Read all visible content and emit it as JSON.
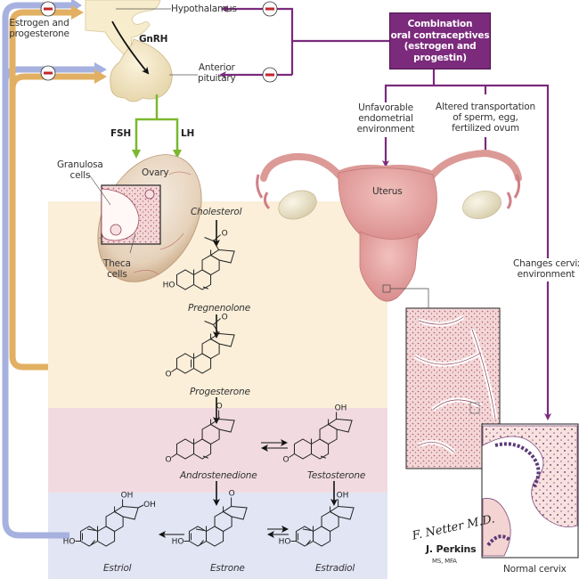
{
  "title": "Combination oral contraceptives mechanism and steroid biosynthesis",
  "feedback": {
    "label": "Estrogen and progesterone",
    "label_lines": [
      "Estrogen and",
      "progesterone"
    ],
    "inhibition_symbol": "−",
    "colors": {
      "estrogen_arrow": "#a6b1df",
      "progesterone_arrow": "#e2b062",
      "inhibition": "#c0262d"
    }
  },
  "brain": {
    "hypothalamus": "Hypothalamus",
    "hormone": "GnRH",
    "anterior_pituitary_lines": [
      "Anterior",
      "pituitary"
    ]
  },
  "gonadotropins": {
    "fsh": "FSH",
    "lh": "LH",
    "arrow_color": "#7cb82f"
  },
  "ovary": {
    "ovary_label": "Ovary",
    "granulosa_lines": [
      "Granulosa",
      "cells"
    ],
    "theca_lines": [
      "Theca",
      "cells"
    ]
  },
  "contraceptive": {
    "box_lines": [
      "Combination",
      "oral contraceptives",
      "(estrogen and",
      "progestin)"
    ],
    "color": "#7b2a7c",
    "effects": [
      {
        "lines": [
          "Unfavorable",
          "endometrial",
          "environment"
        ]
      },
      {
        "lines": [
          "Altered transportation",
          "of sperm, egg,",
          "fertilized ovum"
        ]
      },
      {
        "lines": [
          "Changes cervix",
          "environment"
        ]
      }
    ]
  },
  "uterus": {
    "label": "Uterus",
    "cervix_label": "Normal cervix"
  },
  "pathway": {
    "band_colors": {
      "progestins": "#fbefd9",
      "androgens": "#f1dbe0",
      "estrogens": "#e2e5f4"
    },
    "cholesterol": "Cholesterol",
    "pregnenolone": "Pregnenolone",
    "progesterone": "Progesterone",
    "androstenedione": "Androstenedione",
    "testosterone": "Testosterone",
    "estriol": "Estriol",
    "estrone": "Estrone",
    "estradiol": "Estradiol",
    "groups": {
      "o": "O",
      "ho": "HO",
      "oh": "OH"
    }
  },
  "credits": {
    "signature": "F. Netter M.D.",
    "artist": "J. Perkins",
    "degrees": "MS, MFA"
  }
}
